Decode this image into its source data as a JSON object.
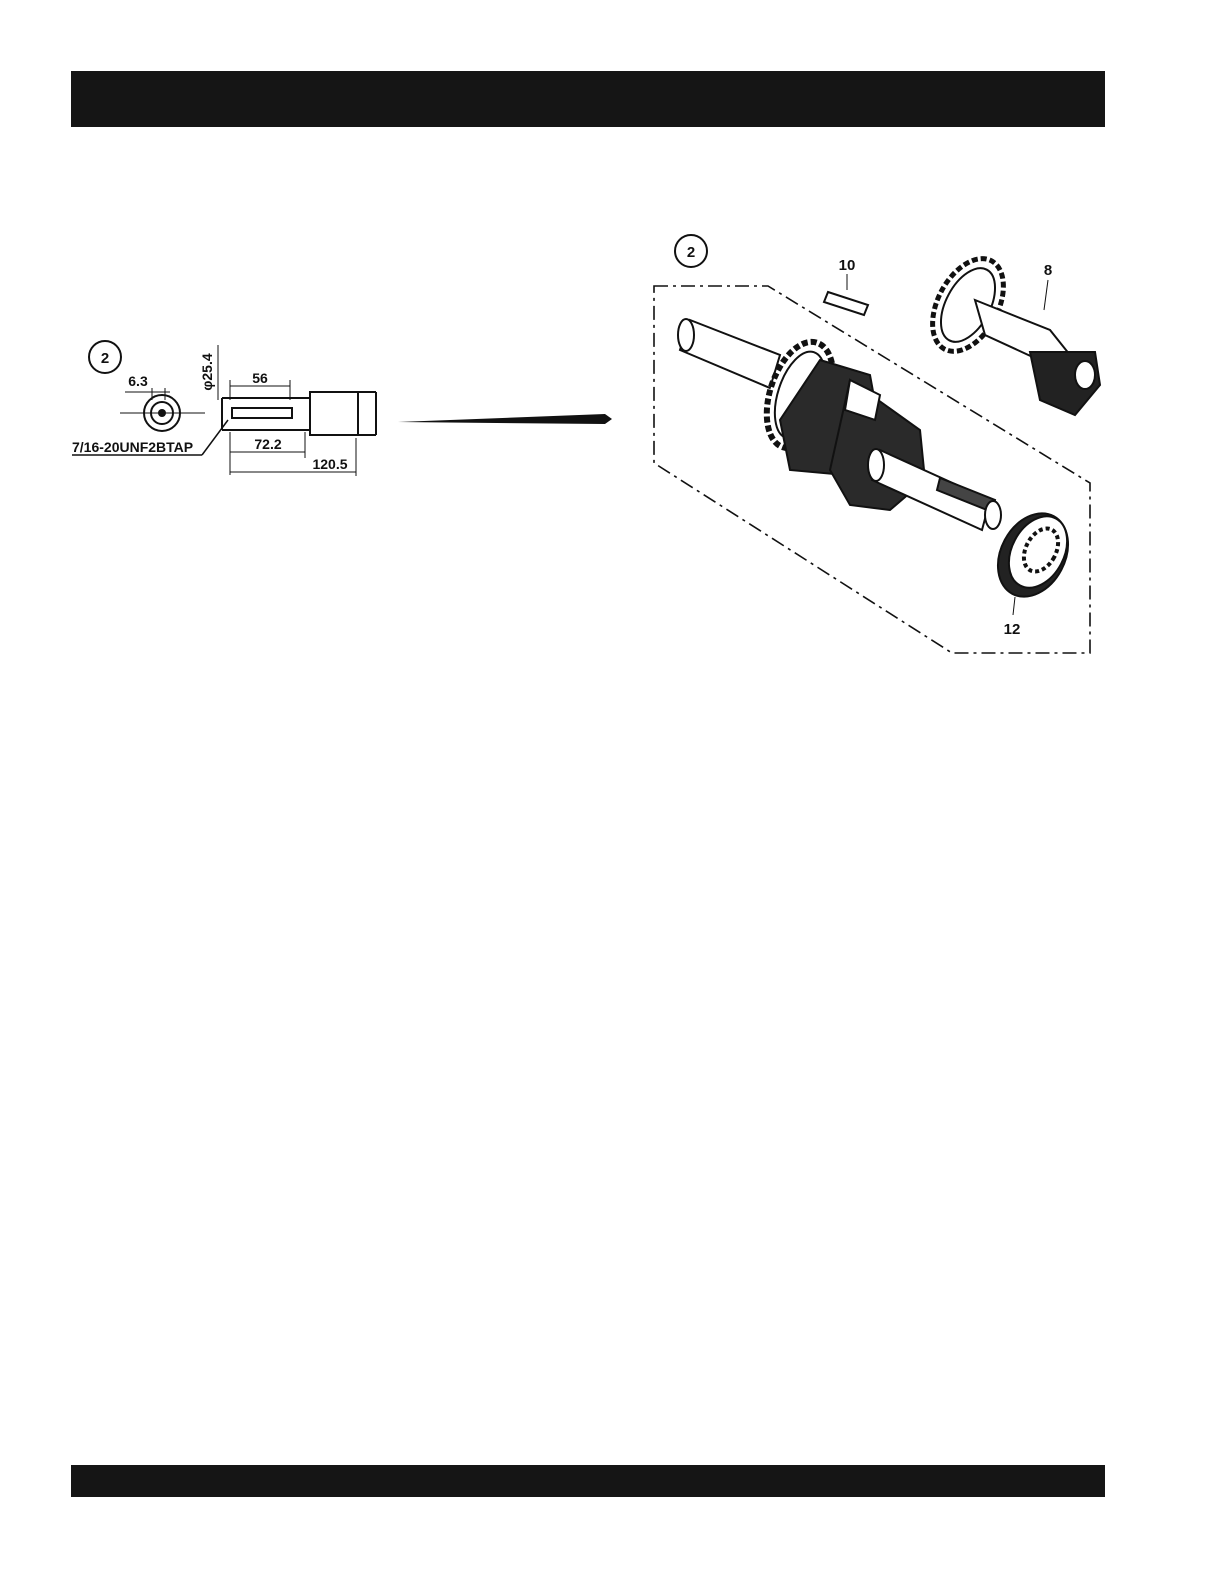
{
  "detail": {
    "callout": "2",
    "dim_offset": "6.3",
    "dim_diameter": "φ25.4",
    "dim_keyway": "56",
    "dim_mid": "72.2",
    "dim_overall": "120.5",
    "thread_note": "7/16-20UNF2BTAP"
  },
  "exploded": {
    "callout": "2",
    "part_key": "10",
    "part_balancer": "8",
    "part_bearing": "12"
  }
}
